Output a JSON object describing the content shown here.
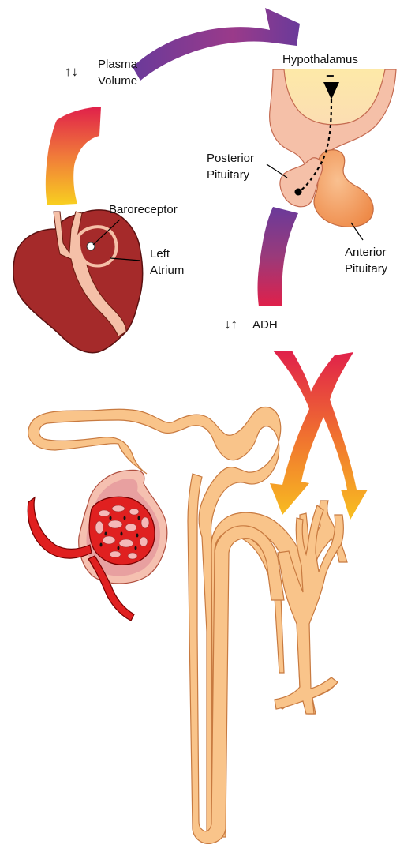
{
  "labels": {
    "plasma_arrows": "↑↓",
    "plasma_line1": "Plasma",
    "plasma_line2": "Volume",
    "hypothalamus": "Hypothalamus",
    "posterior_line1": "Posterior",
    "posterior_line2": "Pituitary",
    "baroreceptor": "Baroreceptor",
    "left_line1": "Left",
    "left_line2": "Atrium",
    "anterior_line1": "Anterior",
    "anterior_line2": "Pituitary",
    "adh_arrows": "↓↑",
    "adh": "ADH",
    "inhibit_sign": "−"
  },
  "colors": {
    "heart": "#a52a2a",
    "heart_light": "#f5c0a8",
    "hypothalamus_fill": "#fde6b8",
    "pituitary_anterior": "#f0985a",
    "tubule": "#f9c48a",
    "tubule_stroke": "#c87a40",
    "glomerulus": "#e02020",
    "capsule": "#e8a0a0",
    "vessel": "#e02020",
    "arrow_purple": "#6a3a9a",
    "arrow_red": "#e02050",
    "arrow_yellow": "#f8d020"
  },
  "icons": [
    "inhibit-arrow-icon",
    "baroreceptor-dot-icon"
  ]
}
